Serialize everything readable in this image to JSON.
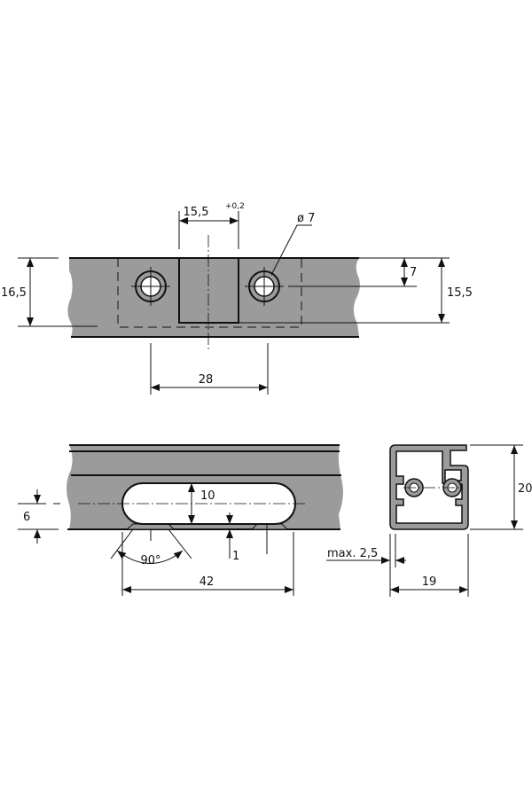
{
  "top_view": {
    "slot_width": "15,5",
    "slot_tolerance": "+0,2",
    "hole_diameter": "ø 7",
    "hole_offset": "7",
    "height_left": "16,5",
    "height_right": "15,5",
    "hole_spacing": "28"
  },
  "bottom_view": {
    "slot_height": "10",
    "center_offset": "6",
    "wall_step": "1",
    "chamfer_angle": "90°",
    "slot_length": "42"
  },
  "profile_view": {
    "height": "20",
    "width": "19",
    "max_wall": "max. 2,5"
  },
  "colors": {
    "material": "#9b9b9b",
    "line": "#111111"
  }
}
